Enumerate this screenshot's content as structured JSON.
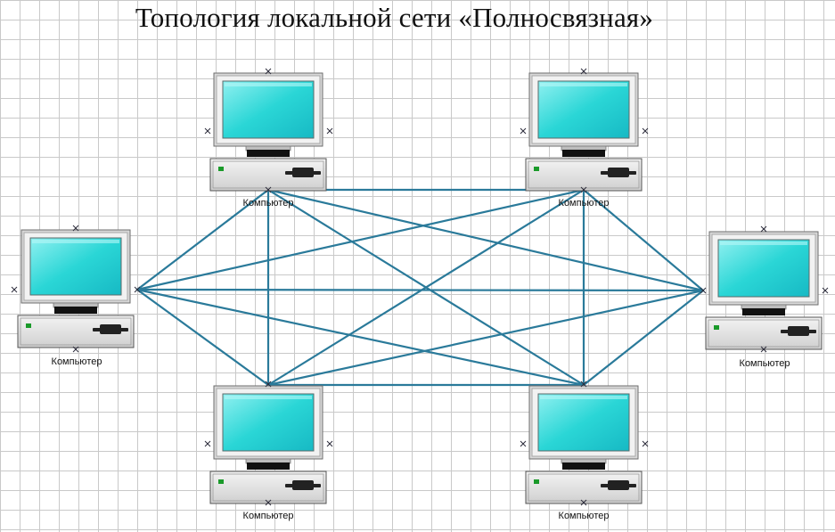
{
  "title": "Топология локальной сети «Полносвязная»",
  "colors": {
    "link": "#2a7a9a",
    "screen": "#1fd2d2",
    "case": "#e2e2e2",
    "grid": "#c9c9c9"
  },
  "computers": [
    {
      "id": "pc1",
      "label": "Компьютер"
    },
    {
      "id": "pc2",
      "label": "Компьютер"
    },
    {
      "id": "pc3",
      "label": "Компьютер"
    },
    {
      "id": "pc4",
      "label": "Компьютер"
    },
    {
      "id": "pc5",
      "label": "Компьютер"
    },
    {
      "id": "pc6",
      "label": "Компьютер"
    }
  ],
  "links": [
    [
      "pc1",
      "pc2"
    ],
    [
      "pc1",
      "pc3"
    ],
    [
      "pc1",
      "pc4"
    ],
    [
      "pc1",
      "pc5"
    ],
    [
      "pc1",
      "pc6"
    ],
    [
      "pc2",
      "pc3"
    ],
    [
      "pc2",
      "pc4"
    ],
    [
      "pc2",
      "pc5"
    ],
    [
      "pc2",
      "pc6"
    ],
    [
      "pc3",
      "pc4"
    ],
    [
      "pc3",
      "pc5"
    ],
    [
      "pc3",
      "pc6"
    ],
    [
      "pc4",
      "pc5"
    ],
    [
      "pc4",
      "pc6"
    ],
    [
      "pc5",
      "pc6"
    ]
  ]
}
